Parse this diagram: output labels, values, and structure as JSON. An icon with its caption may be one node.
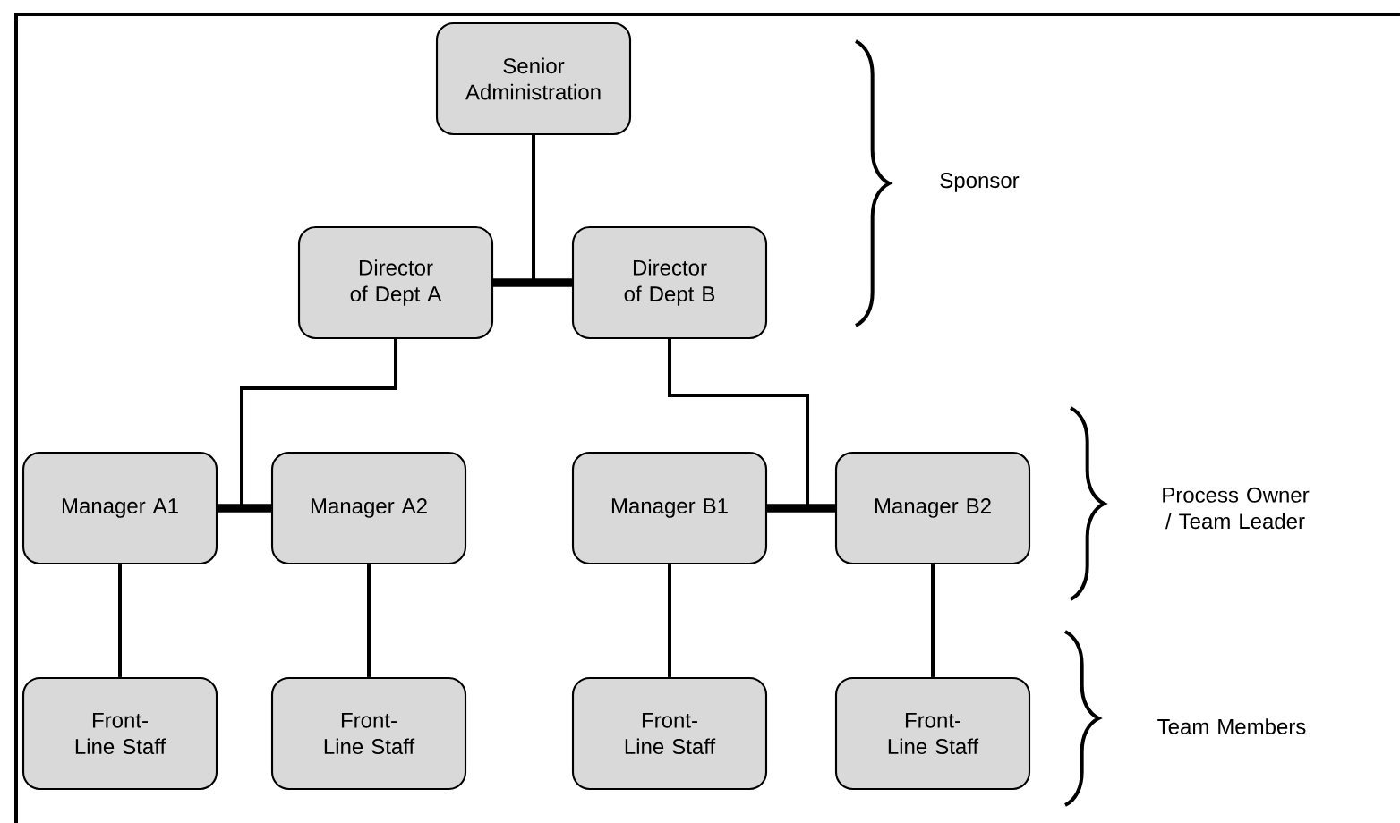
{
  "diagram": {
    "nodes": [
      {
        "text": [
          "Senior Administration"
        ]
      },
      {
        "text": [
          "Director of Dept A"
        ]
      },
      {
        "text": [
          "Director of Dept B"
        ]
      },
      {
        "text": [
          "Manager A1"
        ]
      },
      {
        "text": [
          "Manager A2"
        ]
      },
      {
        "text": [
          "Manager B1"
        ]
      },
      {
        "text": [
          "Manager B2"
        ]
      },
      {
        "text": [
          "Front-Line Staff"
        ]
      },
      {
        "text": [
          "Front-Line Staff"
        ]
      },
      {
        "text": [
          "Front-Line Staff"
        ]
      },
      {
        "text": [
          "Front-Line Staff"
        ]
      }
    ],
    "edges": [
      {
        "from": 0,
        "to": 1,
        "arrow": "none"
      },
      {
        "from": 0,
        "to": 2,
        "arrow": "none"
      },
      {
        "from": 1,
        "to": 3,
        "arrow": "none"
      },
      {
        "from": 1,
        "to": 4,
        "arrow": "none"
      },
      {
        "from": 2,
        "to": 5,
        "arrow": "none"
      },
      {
        "from": 2,
        "to": 6,
        "arrow": "none"
      },
      {
        "from": 3,
        "to": 7,
        "arrow": "none"
      },
      {
        "from": 4,
        "to": 8,
        "arrow": "none"
      },
      {
        "from": 5,
        "to": 9,
        "arrow": "none"
      },
      {
        "from": 6,
        "to": 10,
        "arrow": "none"
      }
    ],
    "labels": [
      "Sponsor",
      "Process Owner / Team Leader",
      "Team Members"
    ]
  }
}
